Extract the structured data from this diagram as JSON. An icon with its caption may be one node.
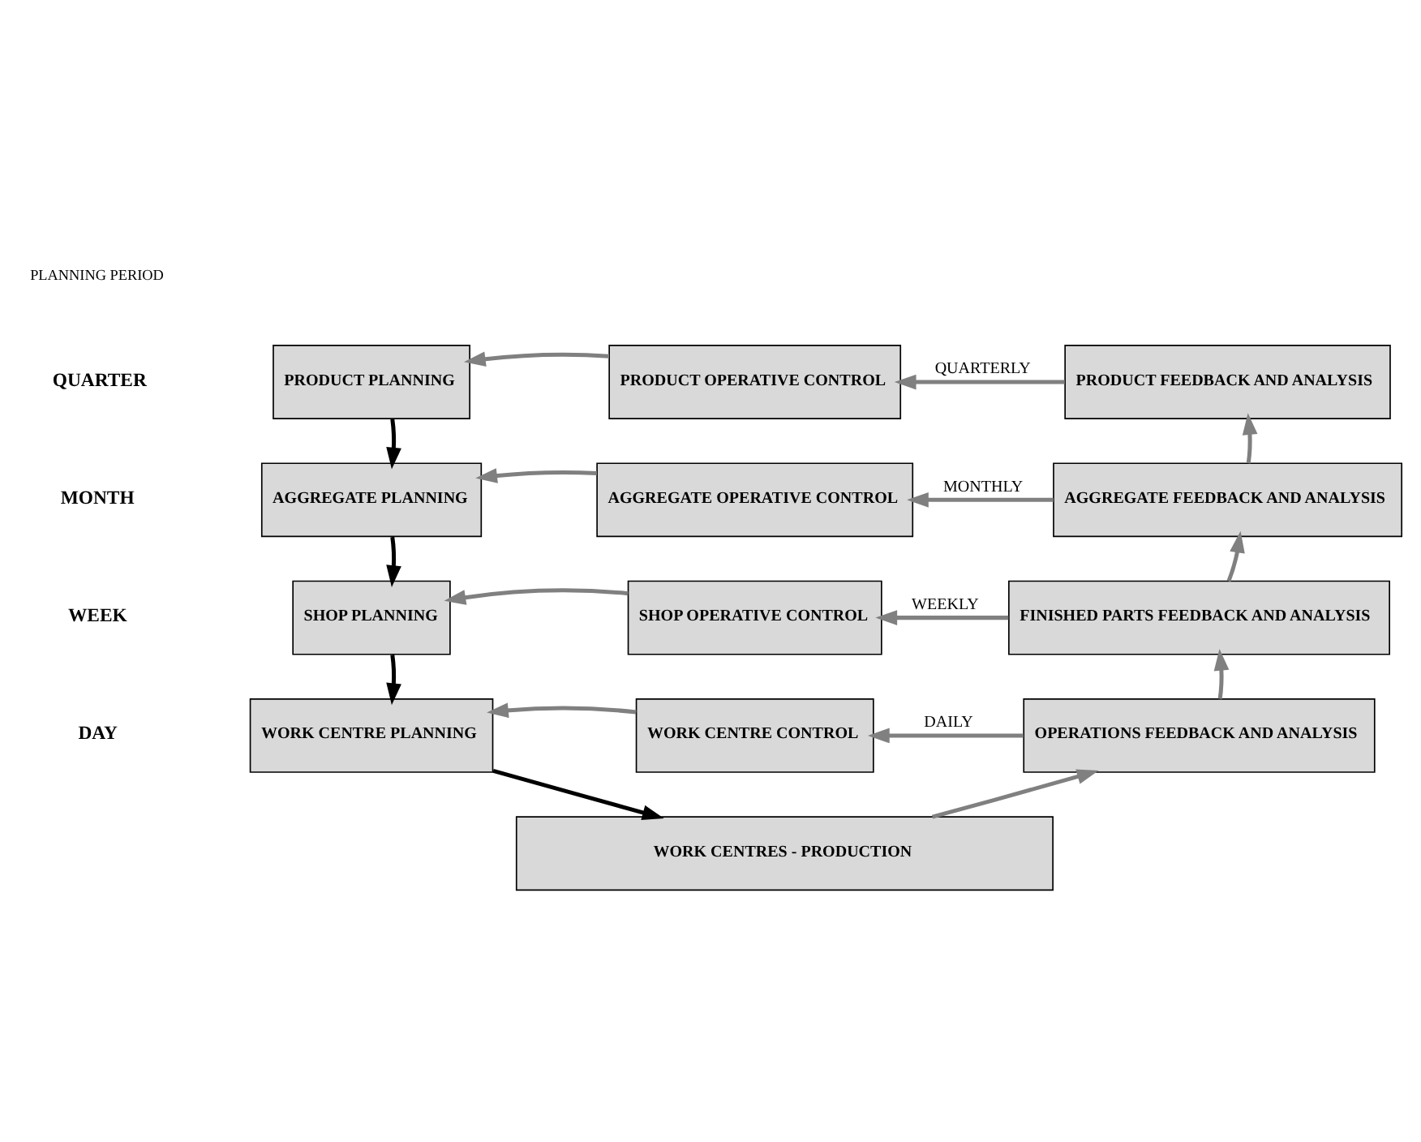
{
  "diagram": {
    "nodes": [
      {
        "text": [
          "PRODUCT PLANNING"
        ]
      },
      {
        "text": [
          "PRODUCT OPERATIVE CONTROL"
        ]
      },
      {
        "text": [
          "PRODUCT FEEDBACK AND ANALYSIS"
        ]
      },
      {
        "text": [
          "AGGREGATE PLANNING"
        ]
      },
      {
        "text": [
          "AGGREGATE OPERATIVE CONTROL"
        ]
      },
      {
        "text": [
          "AGGREGATE FEEDBACK AND ANALYSIS"
        ]
      },
      {
        "text": [
          "SHOP PLANNING"
        ]
      },
      {
        "text": [
          "SHOP OPERATIVE CONTROL"
        ]
      },
      {
        "text": [
          "FINISHED PARTS FEEDBACK AND ANALYSIS"
        ]
      },
      {
        "text": [
          "WORK CENTRE PLANNING"
        ]
      },
      {
        "text": [
          "WORK CENTRE CONTROL"
        ]
      },
      {
        "text": [
          "OPERATIONS FEEDBACK AND ANALYSIS"
        ]
      },
      {
        "text": [
          "WORK CENTRES - PRODUCTION"
        ]
      }
    ],
    "edges": [
      {
        "from": 1,
        "to": 0,
        "arrow": "to"
      },
      {
        "from": 2,
        "to": 1,
        "arrow": "to",
        "label": "QUARTERLY"
      },
      {
        "from": 0,
        "to": 3,
        "arrow": "to",
        "color": "#000000"
      },
      {
        "from": 5,
        "to": 2,
        "arrow": "to"
      },
      {
        "from": 4,
        "to": 3,
        "arrow": "to"
      },
      {
        "from": 5,
        "to": 4,
        "arrow": "to",
        "label": "MONTHLY"
      },
      {
        "from": 3,
        "to": 6,
        "arrow": "to",
        "color": "#000000"
      },
      {
        "from": 8,
        "to": 5,
        "arrow": "to"
      },
      {
        "from": 7,
        "to": 6,
        "arrow": "to"
      },
      {
        "from": 8,
        "to": 7,
        "arrow": "to",
        "label": "WEEKLY"
      },
      {
        "from": 6,
        "to": 9,
        "arrow": "to",
        "color": "#000000"
      },
      {
        "from": 11,
        "to": 8,
        "arrow": "to"
      },
      {
        "from": 10,
        "to": 9,
        "arrow": "to"
      },
      {
        "from": 11,
        "to": 10,
        "arrow": "to",
        "label": "DAILY"
      },
      {
        "from": 9,
        "to": 12,
        "arrow": "to",
        "color": "#000000"
      },
      {
        "from": 12,
        "to": 11,
        "arrow": "to"
      }
    ],
    "labels": [
      "PLANNING PERIOD",
      "QUARTER",
      "MONTH",
      "WEEK",
      "DAY"
    ]
  }
}
